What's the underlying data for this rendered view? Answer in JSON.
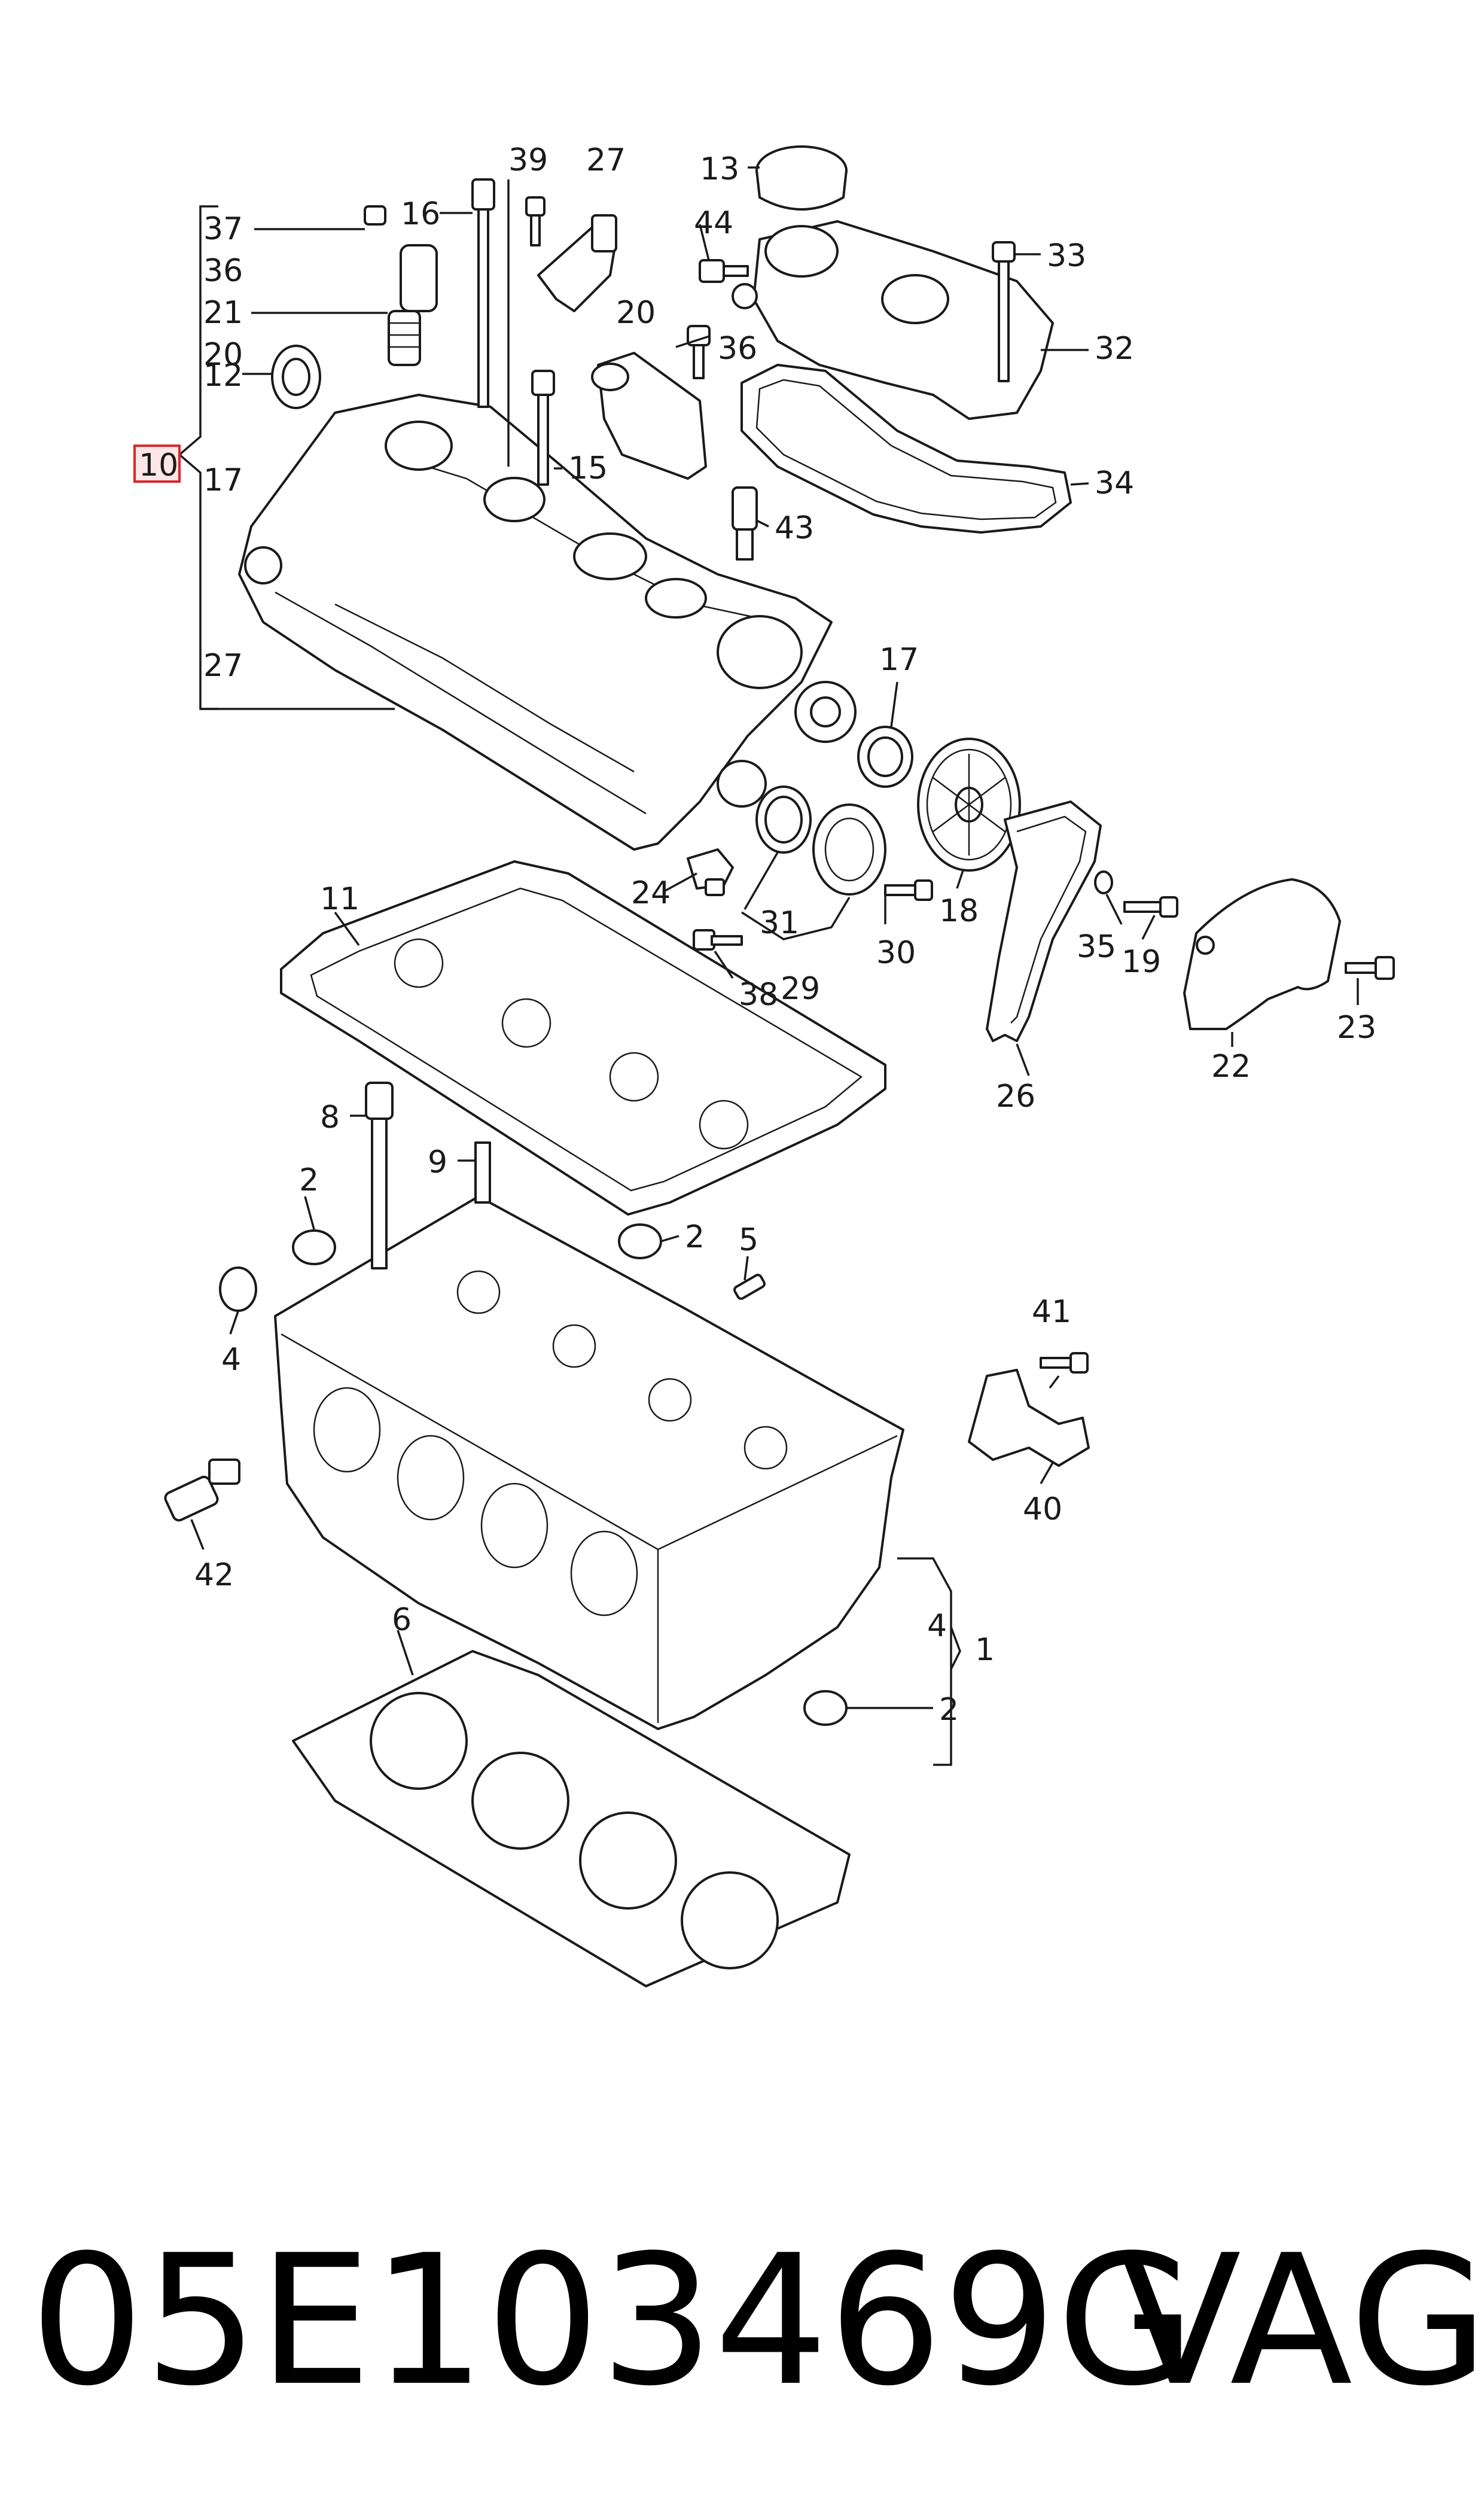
{
  "diagram": {
    "callouts": {
      "c1": "1",
      "c2a": "2",
      "c2b": "2",
      "c2c": "2",
      "c4a": "4",
      "c4b": "4",
      "c5": "5",
      "c6": "6",
      "c8": "8",
      "c9": "9",
      "c10": "10",
      "c11": "11",
      "c12": "12",
      "c13": "13",
      "c15": "15",
      "c16": "16",
      "c17a": "17",
      "c17b": "17",
      "c18": "18",
      "c19": "19",
      "c20a": "20",
      "c20b": "20",
      "c21": "21",
      "c22": "22",
      "c23": "23",
      "c24": "24",
      "c26": "26",
      "c27a": "27",
      "c27b": "27",
      "c29": "29",
      "c30": "30",
      "c31": "31",
      "c32": "32",
      "c33": "33",
      "c34": "34",
      "c35": "35",
      "c36a": "36",
      "c36b": "36",
      "c37": "37",
      "c38": "38",
      "c39": "39",
      "c40": "40",
      "c41": "41",
      "c42": "42",
      "c43": "43",
      "c44": "44"
    },
    "highlight_color": "#d9262b"
  },
  "caption": {
    "part_number": "05E103469G",
    "brand": "VAG"
  }
}
